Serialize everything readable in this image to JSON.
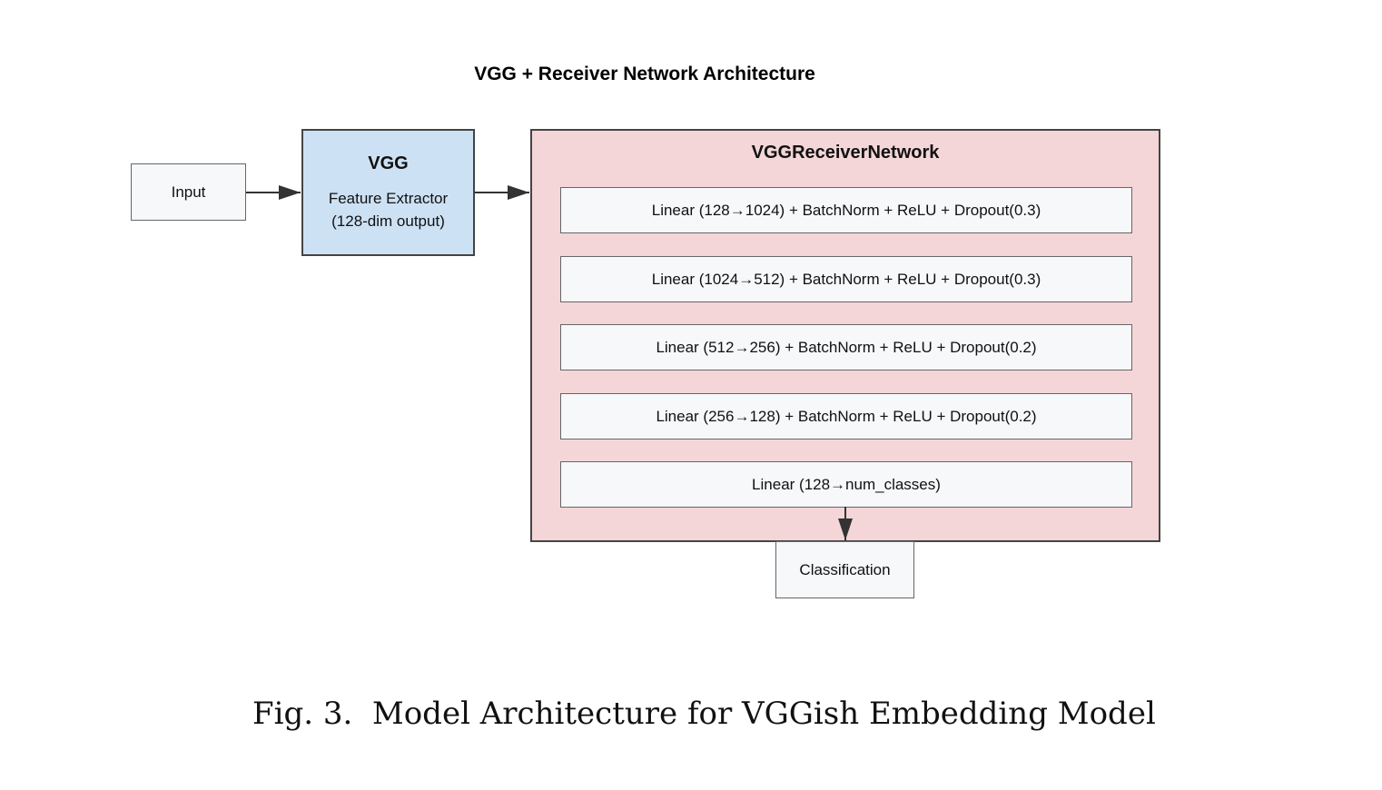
{
  "diagram": {
    "title": "VGG + Receiver Network Architecture",
    "input_label": "Input",
    "vgg": {
      "heading": "VGG",
      "line1": "Feature Extractor",
      "line2": "(128-dim output)"
    },
    "network": {
      "title": "VGGReceiverNetwork",
      "layers": [
        {
          "label": "Linear (128→1024) + BatchNorm + ReLU + Dropout(0.3)"
        },
        {
          "label": "Linear (1024→512) + BatchNorm + ReLU + Dropout(0.3)"
        },
        {
          "label": "Linear (512→256) + BatchNorm + ReLU + Dropout(0.2)"
        },
        {
          "label": "Linear (256→128) + BatchNorm + ReLU + Dropout(0.2)"
        },
        {
          "label": "Linear (128→num_classes)"
        }
      ]
    },
    "output_label": "Classification",
    "colors": {
      "vgg_fill": "#cde1f4",
      "network_fill": "#f4d6d8",
      "node_fill": "#f7f8fa",
      "border": "#444444"
    }
  },
  "caption": "Fig. 3.  Model Architecture for VGGish Embedding Model"
}
